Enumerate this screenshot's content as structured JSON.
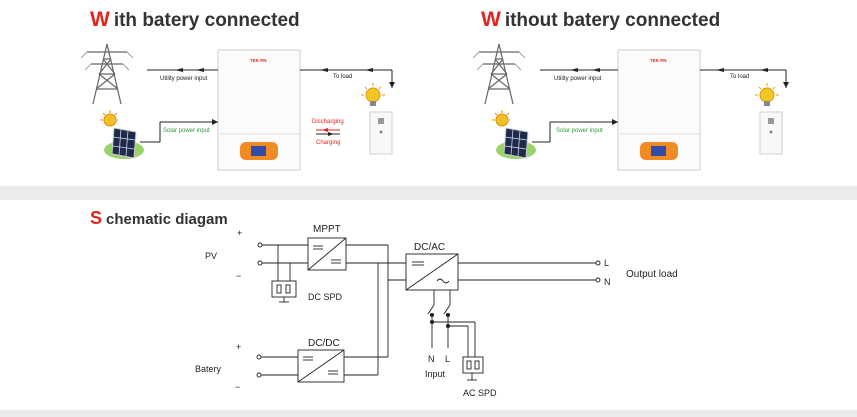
{
  "section_with": {
    "cap": "W",
    "rest": "ith batery connected"
  },
  "section_without": {
    "cap": "W",
    "rest": "ithout batery connected"
  },
  "brand_logo_text": "TEK PN",
  "labels_with": {
    "utility": "Utility power input",
    "solar": "Solar power input",
    "to_load": "To load",
    "discharging": "Discharging",
    "charging": "Charging"
  },
  "labels_without": {
    "utility": "Utility power input",
    "solar": "Solar power input",
    "to_load": "To load"
  },
  "schematic": {
    "cap": "S",
    "rest": "chematic diagam",
    "pv": "PV",
    "battery": "Batery",
    "plus": "+",
    "minus": "−",
    "mppt": "MPPT",
    "dcdc": "DC/DC",
    "dcac": "DC/AC",
    "dc_spd": "DC SPD",
    "ac_spd": "AC SPD",
    "output_load": "Output load",
    "out_l": "L",
    "out_n": "N",
    "in_n": "N",
    "in_l": "L",
    "input": "Input"
  },
  "colors": {
    "heading_cap": "#e4231f",
    "solar_label": "#2e9a3a",
    "discharge": "#e4231f",
    "panel_orange": "#f08a24",
    "screen_blue": "#2f4ea8"
  }
}
